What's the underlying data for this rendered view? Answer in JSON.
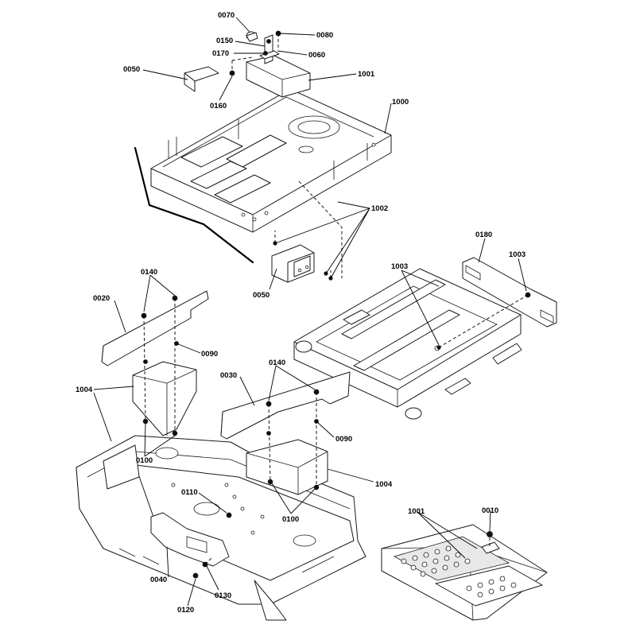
{
  "callouts": {
    "c0070": "0070",
    "c0080": "0080",
    "c0150": "0150",
    "c0170": "0170",
    "c0060": "0060",
    "c0050a": "0050",
    "c1001a": "1001",
    "c0160": "0160",
    "c1000": "1000",
    "c1002": "1002",
    "c0050b": "0050",
    "c0180": "0180",
    "c1003a": "1003",
    "c1003b": "1003",
    "c0140a": "0140",
    "c0020": "0020",
    "c0090a": "0090",
    "c1004a": "1004",
    "c0030": "0030",
    "c0140b": "0140",
    "c0090b": "0090",
    "c0100a": "0100",
    "c1004b": "1004",
    "c0110": "0110",
    "c0100b": "0100",
    "c1001b": "1001",
    "c0010": "0010",
    "c0040": "0040",
    "c0130": "0130",
    "c0120": "0120"
  }
}
